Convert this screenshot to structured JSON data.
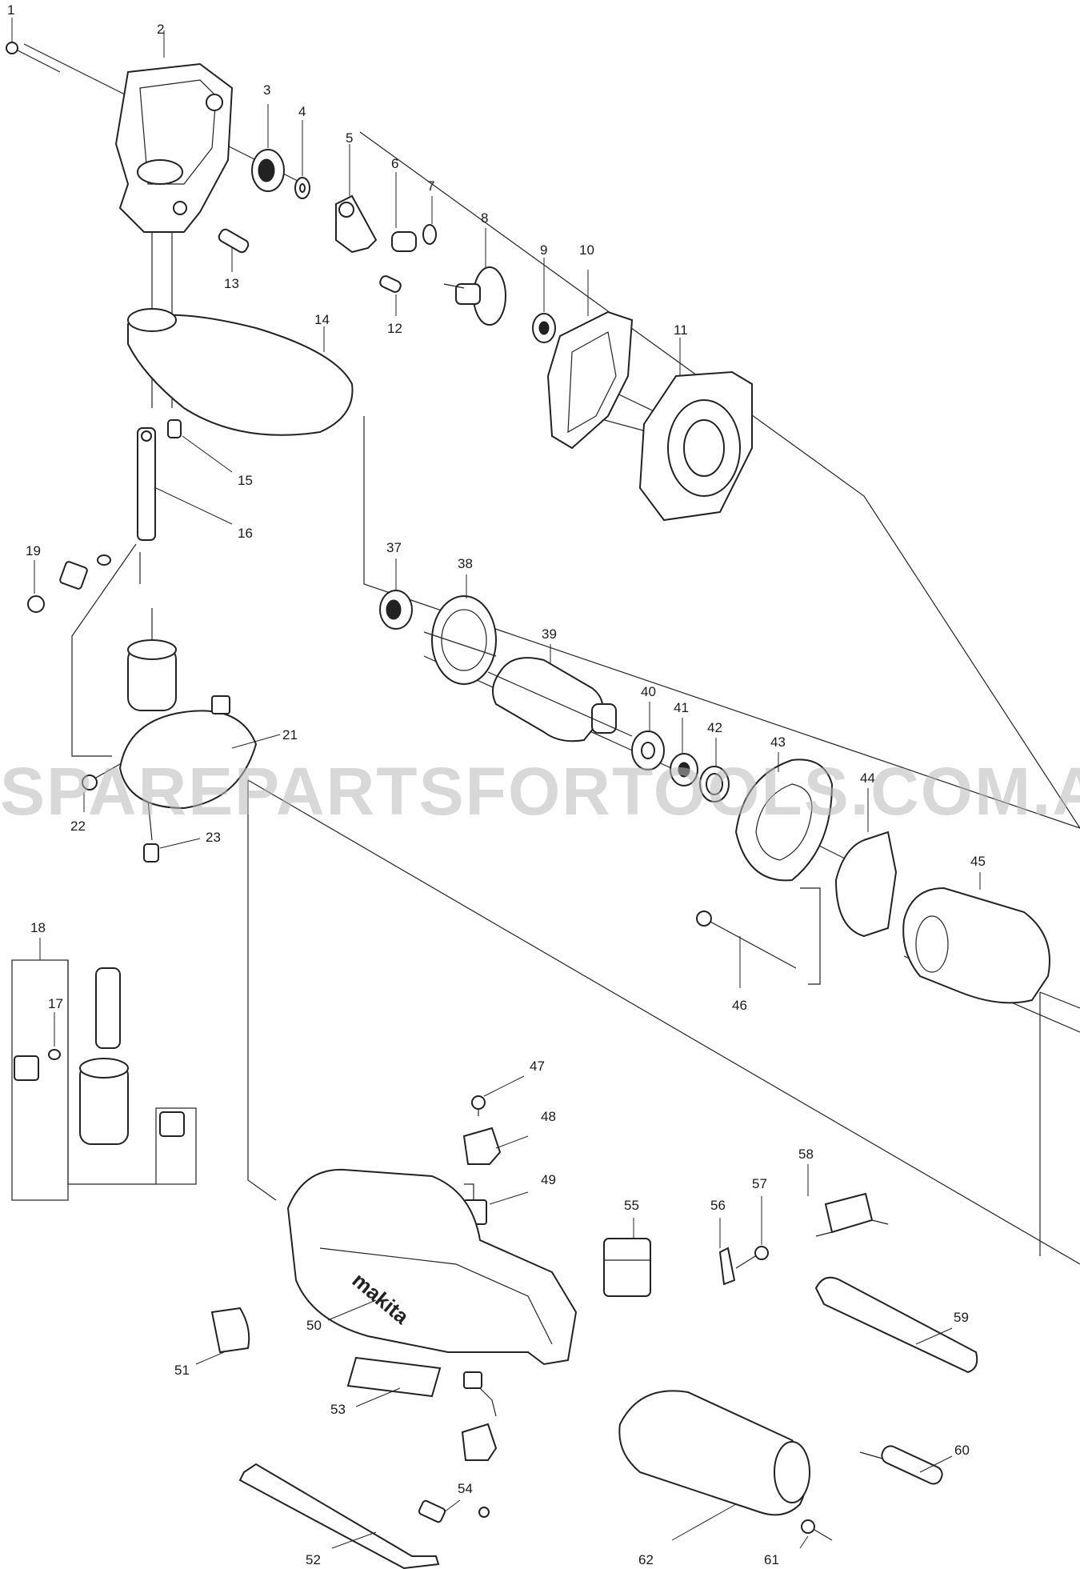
{
  "watermark": "SPAREPARTSFORTOOLS.COM.AU",
  "brand_logo": "makita",
  "part_labels": [
    "1",
    "2",
    "3",
    "4",
    "5",
    "6",
    "7",
    "8",
    "9",
    "10",
    "11",
    "12",
    "13",
    "14",
    "15",
    "16",
    "17",
    "18",
    "19",
    "21",
    "22",
    "23",
    "37",
    "38",
    "39",
    "40",
    "41",
    "42",
    "43",
    "44",
    "45",
    "46",
    "47",
    "48",
    "49",
    "50",
    "51",
    "52",
    "53",
    "54",
    "55",
    "56",
    "57",
    "58",
    "59",
    "60",
    "61",
    "62"
  ]
}
